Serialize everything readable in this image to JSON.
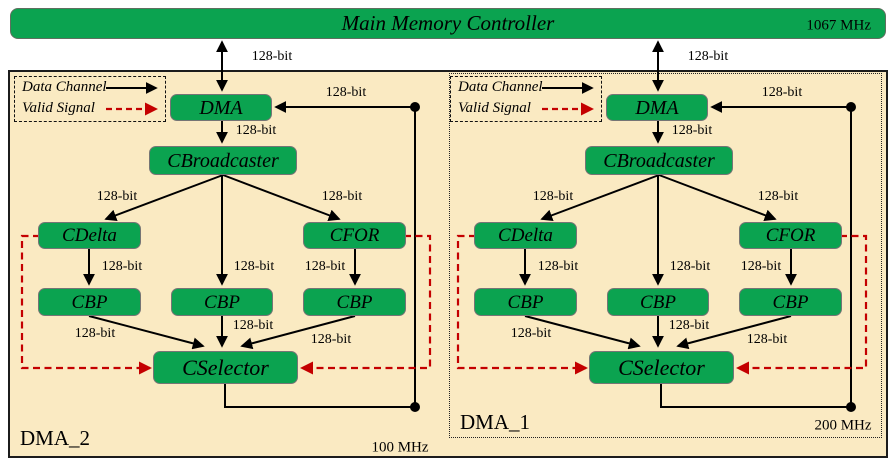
{
  "memory_bar": {
    "title": "Main Memory Controller",
    "frequency": "1067 MHz"
  },
  "bus_label": "128-bit",
  "legend": {
    "data_channel_label": "Data Channel",
    "valid_signal_label": "Valid Signal"
  },
  "panels": [
    {
      "name": "DMA_2",
      "frequency": "100 MHz",
      "nodes": {
        "dma": "DMA",
        "broadcaster": "CBroadcaster",
        "delta": "CDelta",
        "cfor": "CFOR",
        "bp_left": "CBP",
        "bp_mid": "CBP",
        "bp_right": "CBP",
        "selector": "CSelector"
      }
    },
    {
      "name": "DMA_1",
      "frequency": "200 MHz",
      "nodes": {
        "dma": "DMA",
        "broadcaster": "CBroadcaster",
        "delta": "CDelta",
        "cfor": "CFOR",
        "bp_left": "CBP",
        "bp_mid": "CBP",
        "bp_right": "CBP",
        "selector": "CSelector"
      }
    }
  ],
  "colors": {
    "node_green": "#0BA350",
    "background_cream": "#FAEAC2",
    "valid_signal_red": "#C40000",
    "data_channel_black": "#000000"
  }
}
